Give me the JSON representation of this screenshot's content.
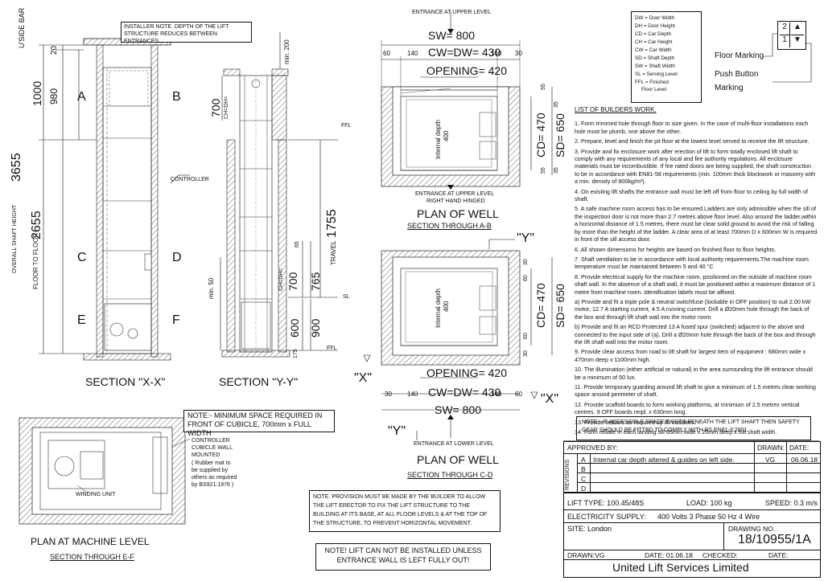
{
  "legend": {
    "items": [
      "DW = Door Width",
      "DH = Door Height",
      "CD = Car Depth",
      "CH = Car Height",
      "CW = Car Width",
      "SD = Shaft Depth",
      "SW = Shaft Width",
      "SL = Serving Level",
      "FFL = Finished",
      "Floor Level"
    ]
  },
  "floor_marking": {
    "top_num": "2",
    "top_arrow": "▲",
    "bot_num": "1",
    "bot_arrow": "▼",
    "label": "Floor Marking",
    "push_label": "Push Button",
    "marking_label": "Marking"
  },
  "notes": {
    "installer": "INSTALLER NOTE. DEPTH OF THE LIFT STRUCTURE REDUCES BETWEEN ENTRANCES.",
    "min_space": "NOTE:- MINIMUM SPACE REQUIRED IN FRONT OF CUBICLE, 700mm x FULL WIDTH",
    "provision": "NOTE. PROVISION MUST BE MADE BY THE BUILDER TO ALLOW THE LIFT ERECTOR TO FIX THE LIFT STRUCTURE TO THE BUILDING AT ITS BASE, AT ALL FLOOR LEVELS & AT THE TOP OF THE STRUCTURE, TO PREVENT HORIZONTAL MOVEMENT.",
    "cannot": "NOTE! LIFT CAN NOT BE INSTALLED UNLESS ENTRANCE WALL IS LEFT FULLY OUT!",
    "accessible": "NOTE:- IF ACCESSIBLE SPACE EXISTS BENEATH THE LIFT SHAFT THEN SAFETY GEAR SHOULD BE FITTED TO COMPLY WITH BS EN81-3:2001"
  },
  "builders_work": {
    "heading": "LIST OF BUILDERS WORK.",
    "items": [
      "1. Form trimmed hole through floor to size given.  In the case of multi-floor installations each hole must be plumb, one above the other.",
      "2. Prepare, level and finish the pit floor at the lowest level served to receive the lift structure.",
      "3. Provide and fix enclosure work after erection of lift to form totally enclosed lift shaft to comply with any requirements of any local and fire authority regulations. All enclosure materials must be incombustible. If fire rated doors are being supplied, the shaft construction to be in accordance with EN81-58 requirements (min. 100mm thick blockwork or masonry with a min. density of 800kg/m³).",
      "4. On existing lift shafts the entrance wall must be left off from floor to ceiling by full width of shaft.",
      "5. A safe machine room access has to be ensured.Ladders are only admissible when the sill of the inspection door is not more than 2.7 metres above floor level. Also around the ladder,within a horizontal distance of 1.5 metres, there must be clear solid ground to avoid the risk of falling by more than the height of the ladder. A clear area of at least 700mm D x 600mm W is required in front of the sill access door.",
      "6. All shown dimensions for heights are based on finished floor to floor heights.",
      "7. Shaft ventilation to be in accordance with local authority requirements.The machine room temperature must be maintained between 5 and 40 °C",
      "8. Provide electrical supply for the machine room, positioned on the outside of machine room shaft wall. In the absence of a shaft wall, it must be positioned within a maximum distance of 1 metre from machine room. Identification labels must be affixed.",
      "a) Provide and fit a triple pole & neutral switchfuse  (lockable in OFF position) to suit 2.00 kW motor, 12.7 A starting current, 4.5 A running current. Drill a Ø20mm hole through the back of the box and through lift shaft wall into the motor room.",
      "b)  Provide and fit an RCD Protected 13 A fused spur (switched) adjacent to the above and connected to the input side of (a). Drill a Ø20mm hole through the back of the box and through the lift shaft wall into the motor room.",
      "9. Provide clear access from road to lift shaft for largest item of equipment : 680mm wide x 470mm deep x 1100mm high.",
      "10. The illumination (either artificial or natural) in the area surrounding the lift entrance should be a minimum of 50 lux.",
      "11. Provide temporary guarding around lift shaft to give a minimum of 1.5 metres clear working space around perimeter of shaft.",
      "12. Provide scaffold boards to form working platforms, at minimum of 2.5 metres vertical centres. 9 OFF boards reqd. x 630mm long.",
      "13. Provide ladders as required by lift installers.",
      "14. Form rebate in each landing sill 65mm wide x 20mm deep x full shaft width."
    ]
  },
  "drawings": {
    "xx_title": "SECTION \"X-X\"",
    "yy_title": "SECTION \"Y-Y\"",
    "well_ab_title": "PLAN OF WELL",
    "well_ab_sub": "SECTION THROUGH A-B",
    "well_cd_title": "PLAN OF WELL",
    "well_cd_sub": "SECTION THROUGH C-D",
    "machine_title": "PLAN AT MACHINE LEVEL",
    "machine_sub": "SECTION THROUGH E-F",
    "entrance_upper": "ENTRANCE AT UPPER LEVEL",
    "entrance_upper_rh": "ENTRANCE AT UPPER LEVEL",
    "right_hand": "RIGHT HAND HINGED",
    "entrance_lower": "ENTRANCE AT LOWER LEVEL",
    "controller": "CONTROLLER",
    "controller_cubicle": "CONTROLLER CUBICLE WALL MOUNTED",
    "rubber_mat": "( Rubber mat to be supplied by others as required by BS921:1976 )",
    "winding_unit": "WINDING UNIT",
    "internal_depth": "Internal depth",
    "internal_depth_val": "400",
    "sw_top": "SW= 800",
    "cw_top": "CW=DW= 430",
    "opening_top": "OPENING= 420",
    "cd_top": "CD= 470",
    "sd_top": "SD= 650",
    "sw_bot": "SW= 800",
    "cw_bot": "CW=DW= 430",
    "opening_bot": "OPENING= 420",
    "cd_bot": "CD= 470",
    "sd_bot": "SD= 650",
    "dim_60": "60",
    "dim_140": "140",
    "dim_30": "30",
    "dim_55": "55",
    "dim_35": "35",
    "mark_y": "\"Y\"",
    "mark_x": "\"X\"",
    "usidebar": "U'SIDE BAR",
    "overall": "OVERALL SHAFT HEIGHT",
    "floor_to_floor": "FLOOR TO FLOOR",
    "travel": "TRAVEL",
    "ffl": "FFL",
    "sl": "SL",
    "d3655": "3655",
    "d2655": "2655",
    "d1000": "1000",
    "d980": "980",
    "d20": "20",
    "d700": "700",
    "d1755": "1755",
    "d765": "765",
    "d600": "600",
    "d900": "900",
    "d175": "175",
    "d65": "65",
    "dmin200": "min. 200",
    "dmin50": "min. 50",
    "chdh": "CH=DH=",
    "letters": [
      "A",
      "B",
      "C",
      "D",
      "E",
      "F"
    ]
  },
  "title_block": {
    "approved_by": "APPROVED BY:",
    "drawn_h": "DRAWN:",
    "date_h": "DATE:",
    "revisions": "REVISIONS",
    "rev_a": "A",
    "rev_a_text": "Internal car depth altered & guides on left side.",
    "rev_a_drawn": "VG",
    "rev_a_date": "06.06.18",
    "rev_b": "B",
    "rev_c": "C",
    "rev_d": "D",
    "lift_type": "LIFT TYPE: 100.45/48S",
    "load": "LOAD: 100 kg",
    "speed": "SPEED: 0.3 m/s",
    "electricity": "ELECTRICITY SUPPLY:",
    "electricity_val": "400 Volts  3 Phase  50 Hz  4 Wire",
    "site": "SITE: London",
    "drawing_no_h": "DRAWING NO.",
    "drawing_no": "18/10955/1A",
    "drawn_vg": "DRAWN:VG",
    "date_val": "DATE: 01.06.18",
    "checked": "CHECKED:",
    "date2": "DATE:",
    "company": "United Lift Services Limited"
  }
}
